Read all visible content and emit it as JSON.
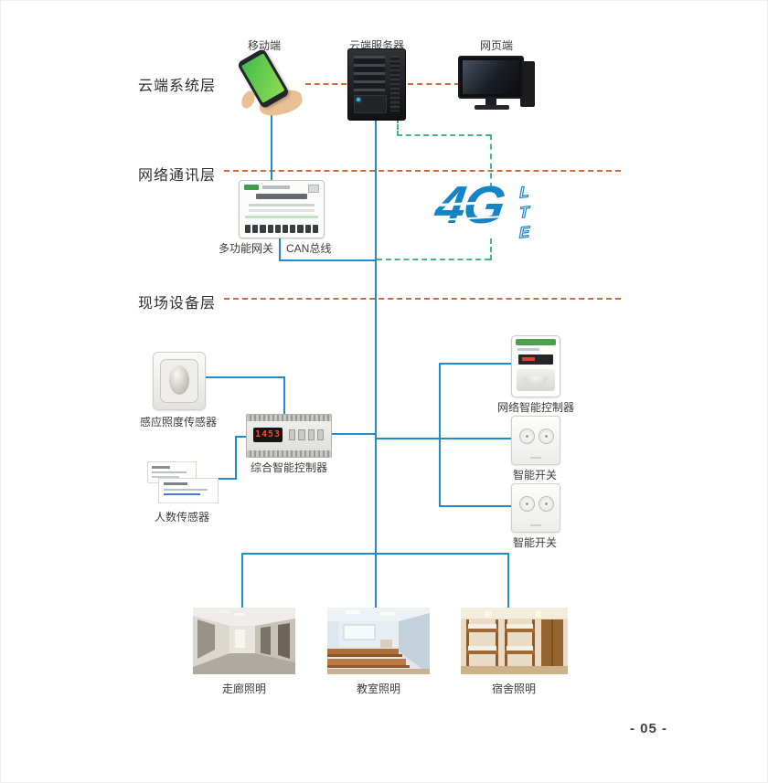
{
  "page": {
    "number": "- 05 -"
  },
  "layers": {
    "cloud_label": "云端系统层",
    "network_label": "网络通讯层",
    "field_label": "现场设备层"
  },
  "cloud": {
    "mobile_label": "移动端",
    "server_label": "云端服务器",
    "web_label": "网页端"
  },
  "network": {
    "gateway_label": "多功能网关",
    "can_bus_label": "CAN总线",
    "logo_4g": "4G",
    "logo_lte": "LTE"
  },
  "field": {
    "light_sensor_label": "感应照度传感器",
    "people_sensor_label": "人数传感器",
    "integrated_controller_label": "综合智能控制器",
    "controller_display": "1453",
    "network_controller_label": "网络智能控制器",
    "smart_switch1_label": "智能开关",
    "smart_switch2_label": "智能开关",
    "corridor_label": "走廊照明",
    "classroom_label": "教室照明",
    "dorm_label": "宿舍照明"
  },
  "colors": {
    "line_blue": "#2289cc",
    "dash_orange": "#cf6b35",
    "dash_green": "#43b97a",
    "logo_blue": "#1584c7"
  }
}
